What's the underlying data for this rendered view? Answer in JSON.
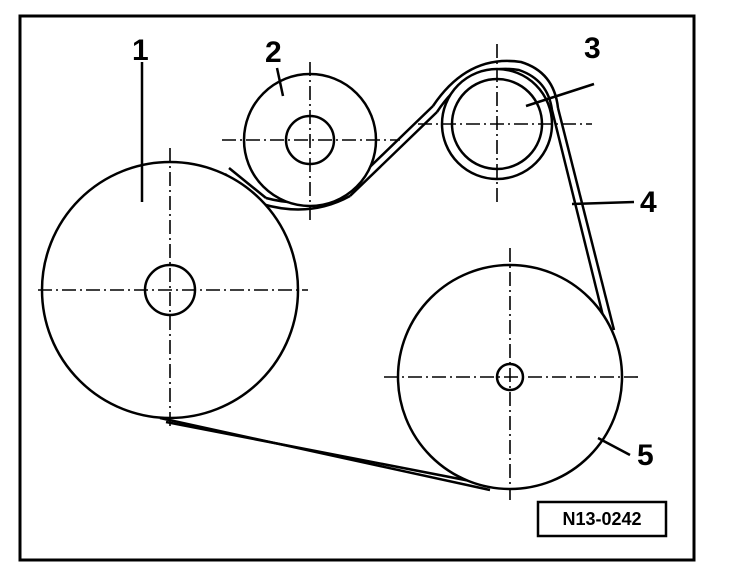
{
  "diagram": {
    "callouts": {
      "c1": "1",
      "c2": "2",
      "c3": "3",
      "c4": "4",
      "c5": "5"
    },
    "reference_code": "N13-0242"
  }
}
